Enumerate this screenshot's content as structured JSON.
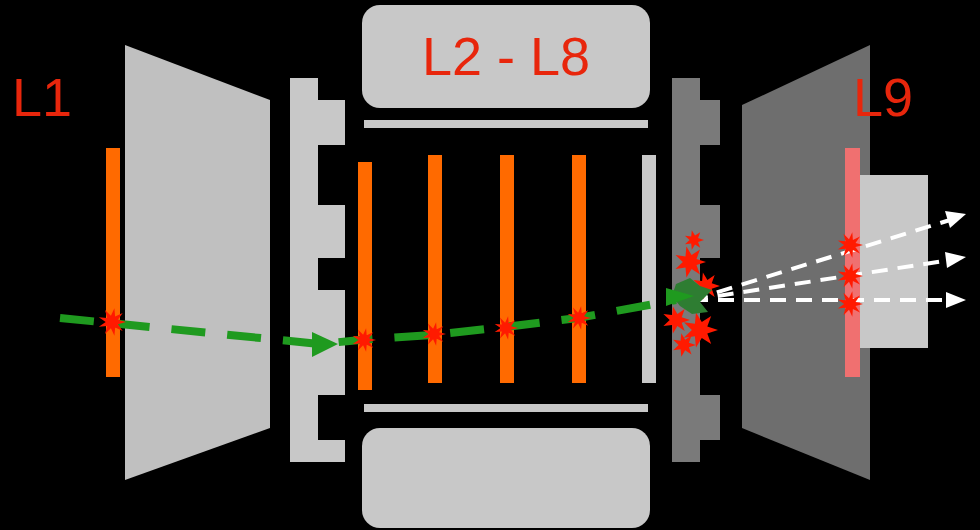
{
  "diagram": {
    "nodes": [
      {
        "text": [
          "L2 - L8"
        ]
      }
    ],
    "labels": [
      "L1",
      "L9"
    ]
  }
}
